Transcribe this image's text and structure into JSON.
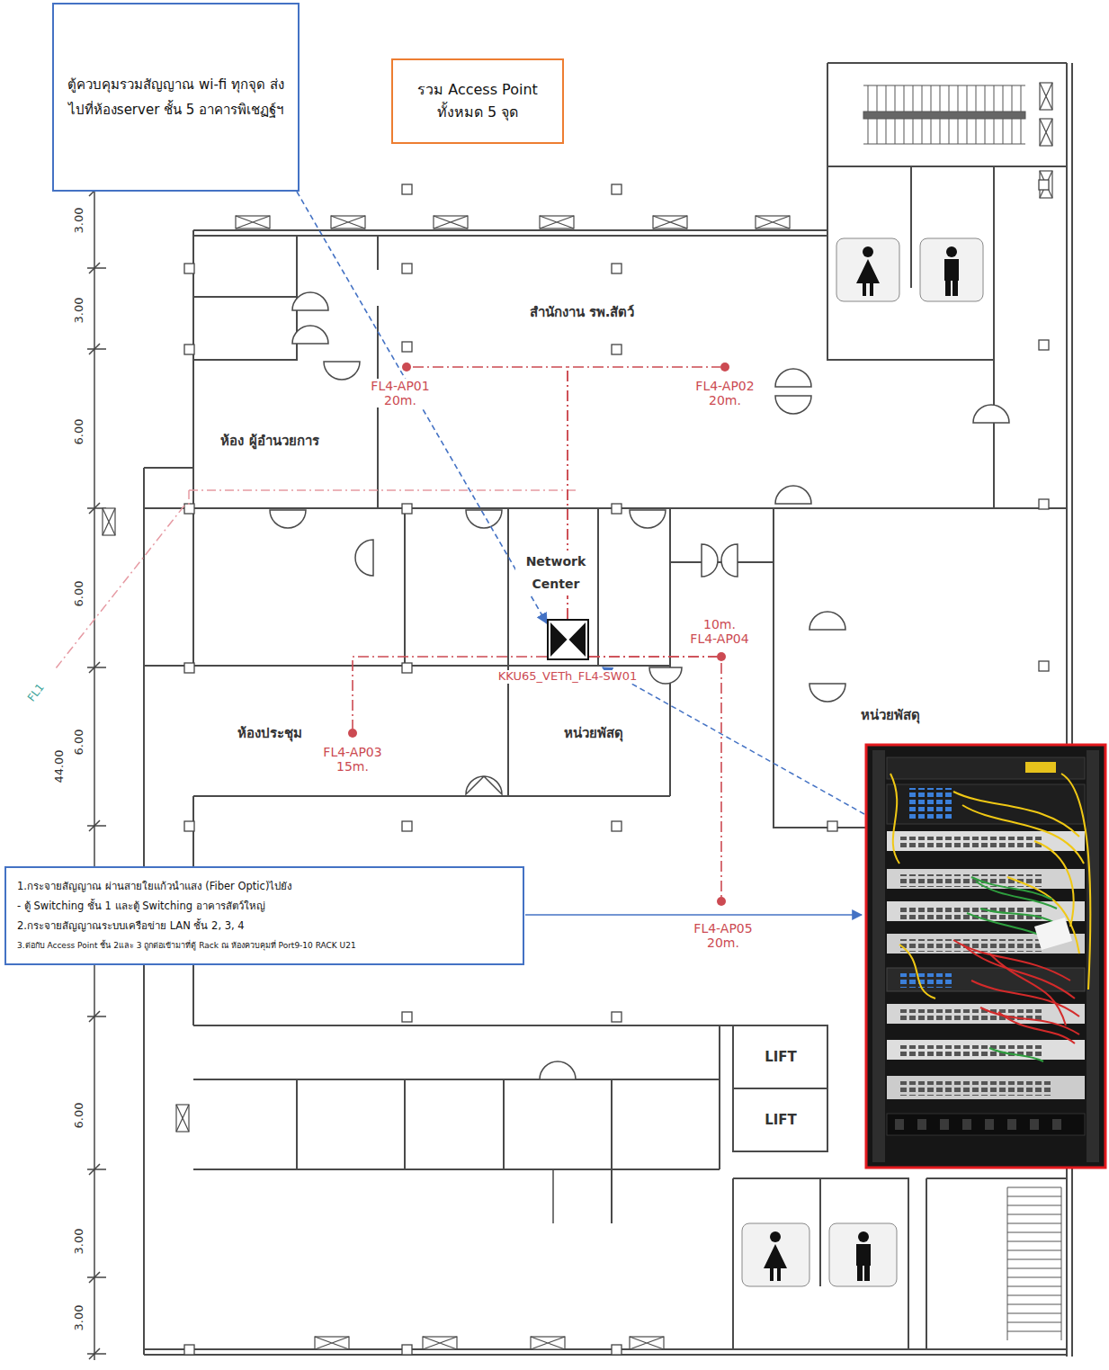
{
  "diagram": {
    "nodes": [
      {
        "text": [
          "ตู้ควบคุมรวมสัญญาณ wi-fi ทุกจุด ส่งไปที่ห้องserver ชั้น 5 อาคารพิเชฏฐ์ฯ"
        ]
      },
      {
        "text": [
          "รวม Access Point ทั้งหมด 5 จุด"
        ]
      },
      {
        "text": [
          "FL4-AP01",
          "20m."
        ]
      },
      {
        "text": [
          "FL4-AP02",
          "20m."
        ]
      },
      {
        "text": [
          "KKU65_VETh_FL4-SW01"
        ]
      },
      {
        "text": [
          "10m.",
          "FL4-AP04"
        ]
      },
      {
        "text": [
          "FL4-AP03",
          "15m."
        ]
      },
      {
        "text": [
          "FL4-AP05",
          "20m."
        ]
      },
      {
        "text": [
          "1.กระจายสัญญาณ ผ่านสายใยแก้วนำแสง (Fiber Optic)ไปยัง",
          "- ตู้ Switching ชั้น 1 และตู้ Switching อาคารสัตว์ใหญ่",
          "2.กระจายสัญญาณระบบเครือข่าย LAN ชั้น 2, 3, 4",
          "3.ต่อกับ Access Point ชั้น 2และ 3 ถูกต่อเข้ามาที่ตู้ Rack ณ ห้องควบคุมที่ Port9-10 RACK U21"
        ]
      }
    ],
    "edges": [
      {
        "from": 0,
        "to": 4,
        "arrow": "to"
      },
      {
        "from": 4,
        "to": 2,
        "arrow": "none"
      },
      {
        "from": 4,
        "to": 3,
        "arrow": "none"
      },
      {
        "from": 4,
        "to": 5,
        "arrow": "none"
      },
      {
        "from": 4,
        "to": 6,
        "arrow": "none"
      },
      {
        "from": 4,
        "to": 7,
        "arrow": "none"
      }
    ],
    "labels": [
      "สำนักงาน รพ.สัตว์",
      "ห้อง ผู้อำนวยการ",
      "Network Center",
      "ห้องประชุม",
      "หน่วยพัสดุ",
      "หน่วยพัสดุ",
      "LIFT",
      "LIFT",
      "3.00",
      "3.00",
      "6.00",
      "6.00",
      "6.00",
      "44.00",
      "6.00",
      "3.00",
      "3.00",
      "FL1"
    ]
  }
}
